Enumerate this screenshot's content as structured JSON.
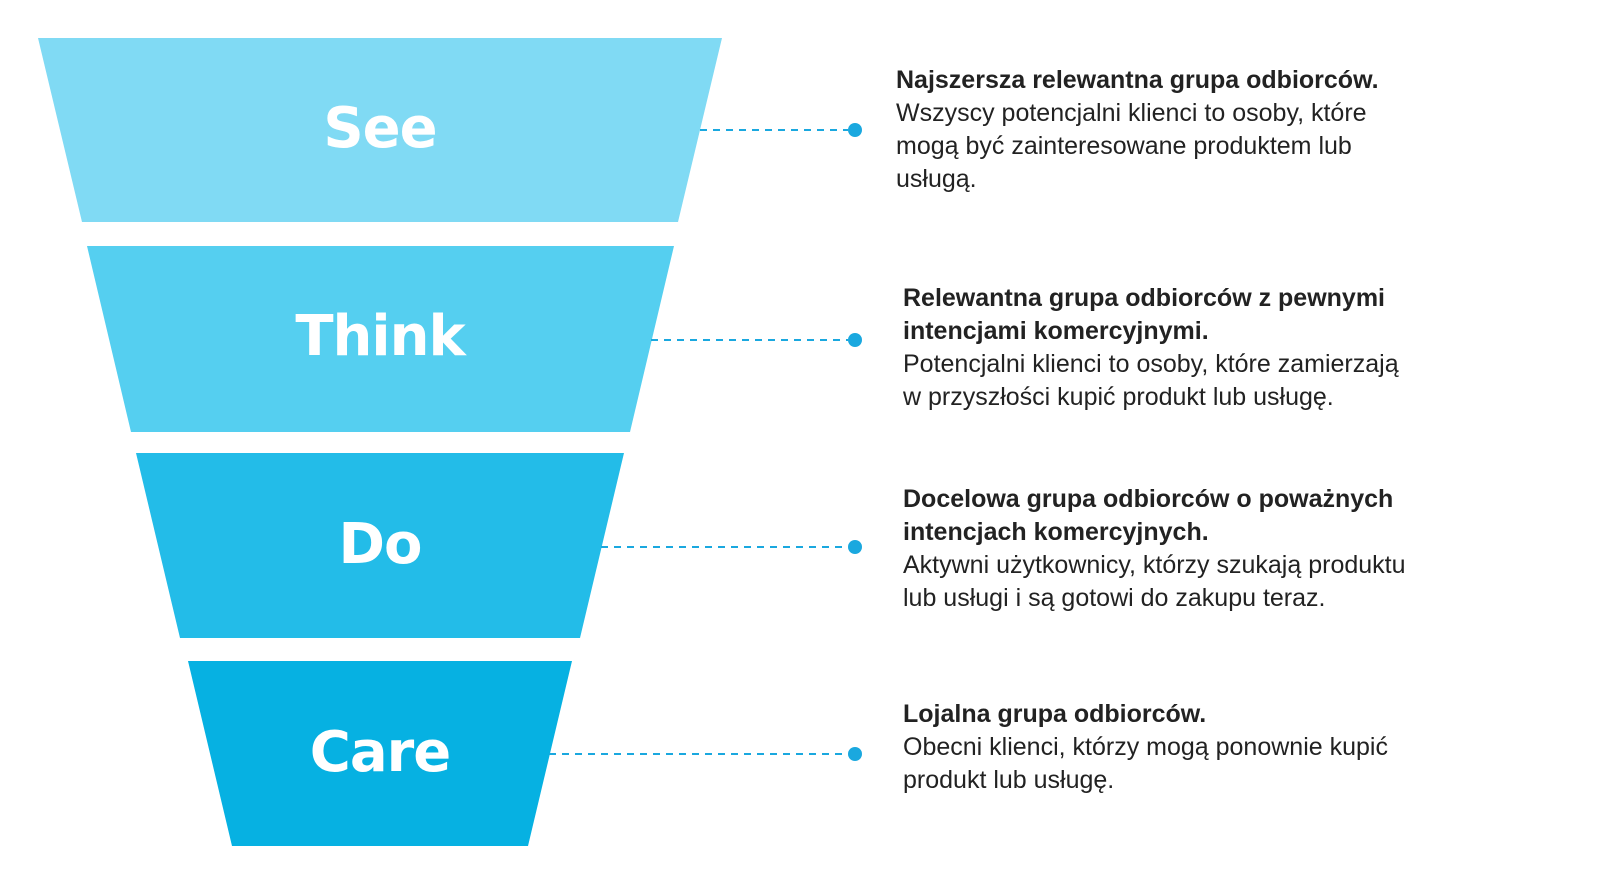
{
  "colors": {
    "see": "#80DAF4",
    "think": "#55CFF0",
    "do": "#23BCE8",
    "care": "#06B1E2",
    "connector": "#1AA8DF",
    "text": "#222222"
  },
  "stages": [
    {
      "label": "See",
      "headline": "Najszersza relewantna grupa odbiorców.",
      "body": "Wszyscy potencjalni klienci to osoby, które\nmogą być zainteresowane produktem lub\nusługą."
    },
    {
      "label": "Think",
      "headline": "Relewantna grupa odbiorców z pewnymi\nintencjami komercyjnymi.",
      "body": "Potencjalni klienci to osoby, które zamierzają\nw przyszłości kupić produkt lub usługę."
    },
    {
      "label": "Do",
      "headline": "Docelowa grupa odbiorców o poważnych\nintencjach komercyjnych.",
      "body": "Aktywni użytkownicy, którzy szukają produktu\nlub usługi i są gotowi do zakupu teraz."
    },
    {
      "label": "Care",
      "headline": "Lojalna grupa odbiorców.",
      "body": "Obecni klienci, którzy mogą ponownie kupić\nprodukt lub usługę."
    }
  ]
}
